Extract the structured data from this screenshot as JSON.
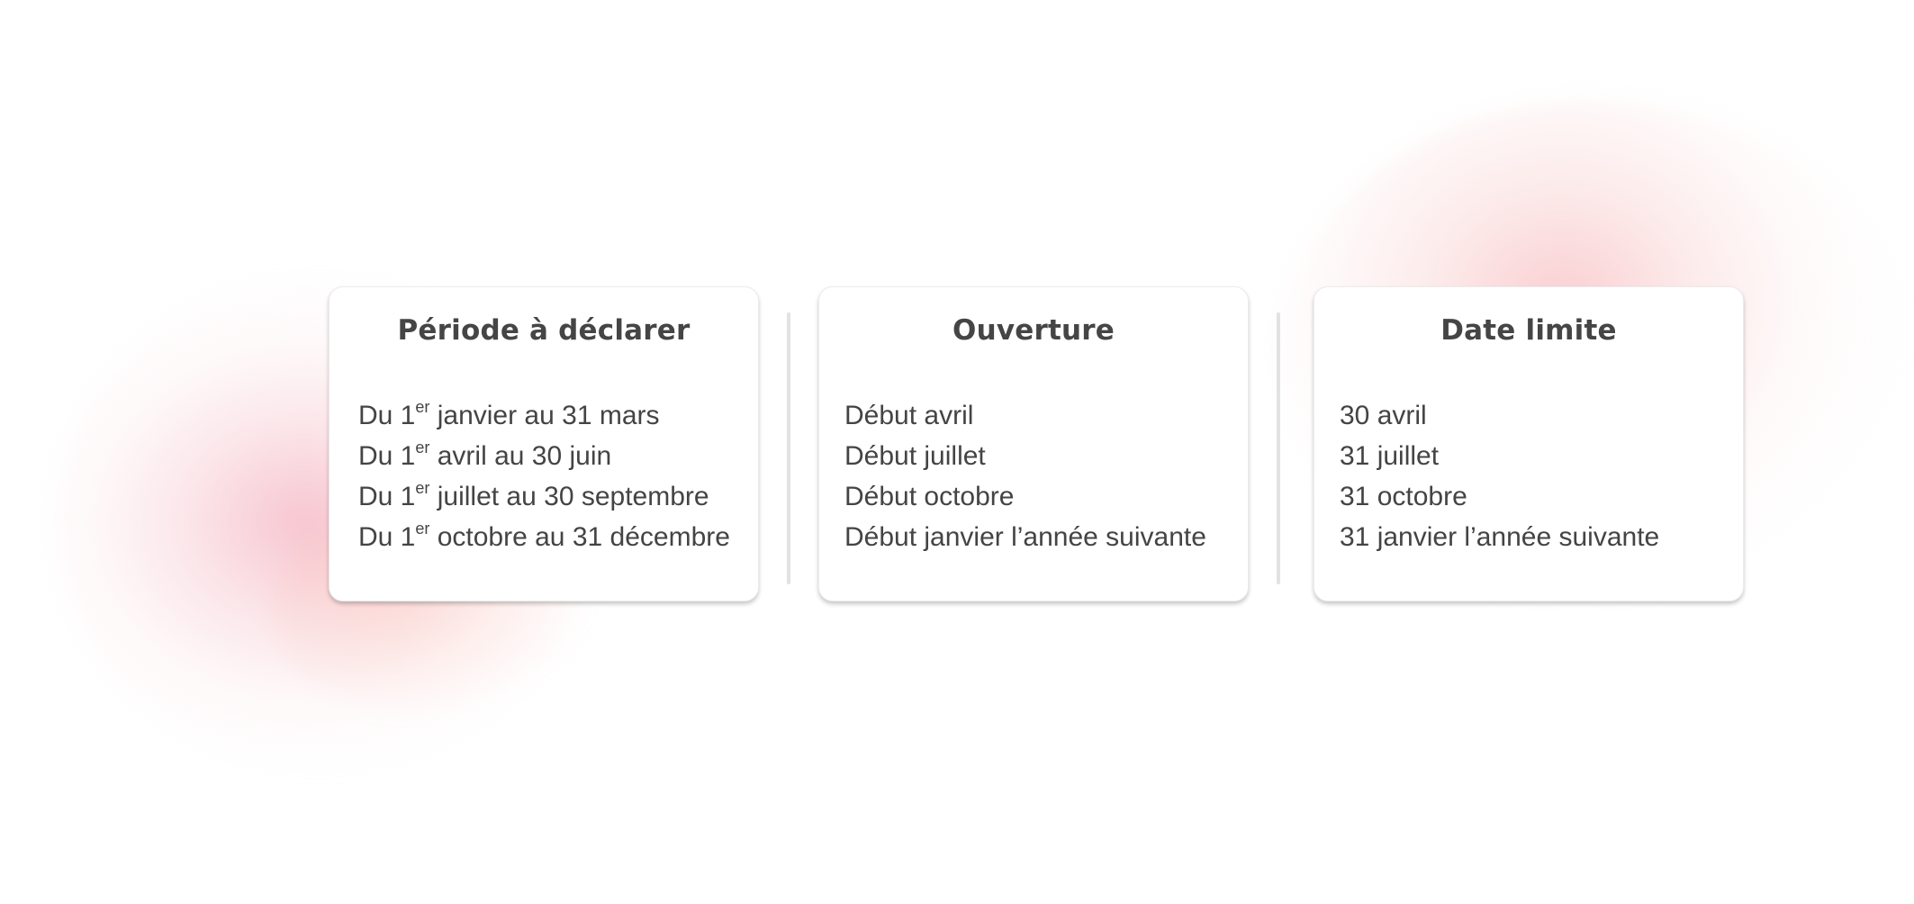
{
  "columns": [
    {
      "title": "Période à déclarer",
      "items": [
        {
          "prefix": "Du 1",
          "sup": "er",
          "suffix": " janvier au 31 mars"
        },
        {
          "prefix": "Du 1",
          "sup": "er",
          "suffix": " avril au 30 juin"
        },
        {
          "prefix": "Du 1",
          "sup": "er",
          "suffix": " juillet au 30 septembre"
        },
        {
          "prefix": "Du 1",
          "sup": "er",
          "suffix": " octobre au 31 décembre"
        }
      ]
    },
    {
      "title": "Ouverture",
      "items": [
        "Début avril",
        "Début juillet",
        "Début octobre",
        "Début janvier l’année suivante"
      ]
    },
    {
      "title": "Date limite",
      "items": [
        "30 avril",
        "31 juillet",
        "31 octobre",
        "31 janvier l’année suivante"
      ]
    }
  ],
  "colors": {
    "text": "#444444",
    "title": "#454545",
    "card_background": "#ffffff",
    "divider": "#e2e2e2",
    "glow": "#f0a0b0"
  }
}
